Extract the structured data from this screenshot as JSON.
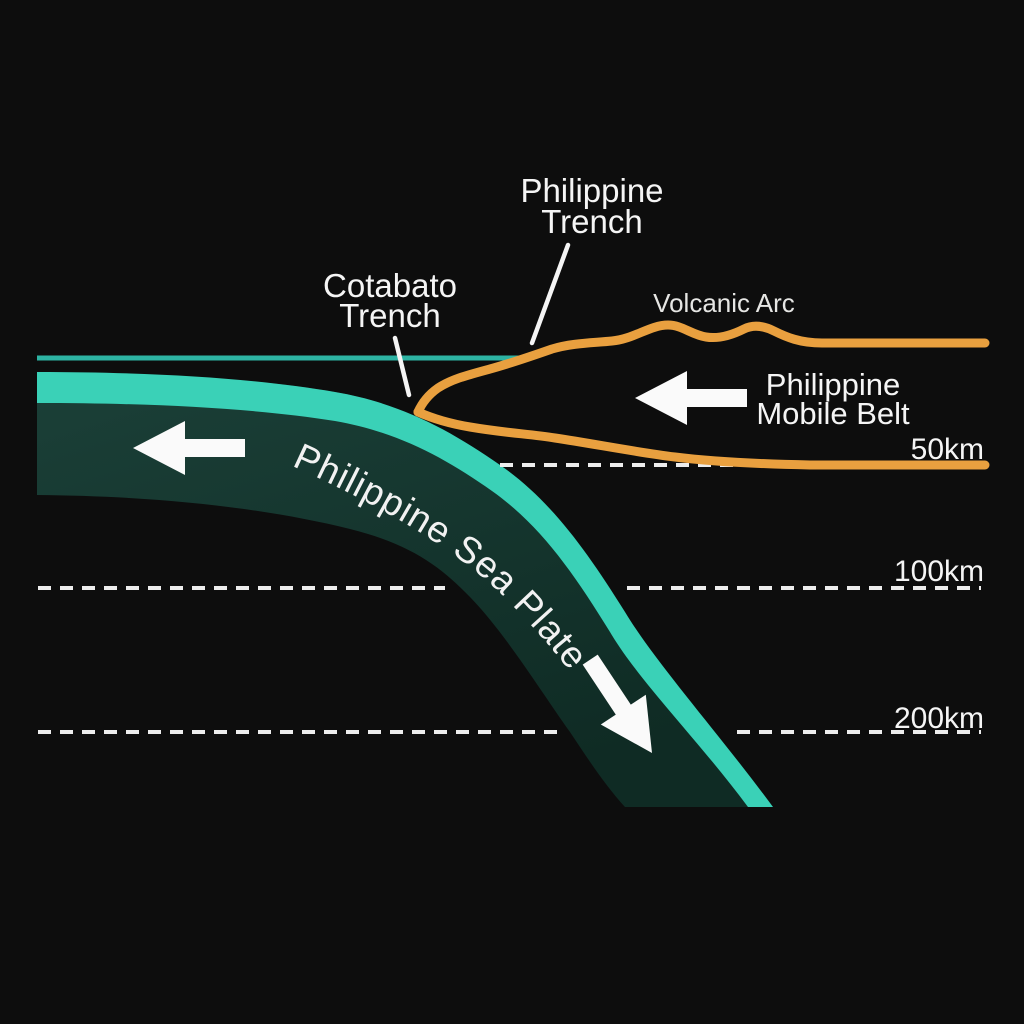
{
  "diagram": {
    "type": "geological-cross-section",
    "subject": "Subduction of the Philippine Sea Plate beneath the Philippine Mobile Belt",
    "labels": {
      "philippine_trench_line1": "Philippine",
      "philippine_trench_line2": "Trench",
      "cotabato_trench_line1": "Cotabato",
      "cotabato_trench_line2": "Trench",
      "volcanic_arc": "Volcanic Arc",
      "mobile_belt_line1": "Philippine",
      "mobile_belt_line2": "Mobile Belt",
      "sea_plate": "Philippine Sea Plate"
    },
    "depth_markers": [
      {
        "label": "50km",
        "depth_km": 50
      },
      {
        "label": "100km",
        "depth_km": 100
      },
      {
        "label": "200km",
        "depth_km": 200
      }
    ],
    "arrows": [
      {
        "name": "sea-plate-motion",
        "direction": "left"
      },
      {
        "name": "mobile-belt-motion",
        "direction": "left"
      },
      {
        "name": "slab-subduction",
        "direction": "down-right"
      }
    ],
    "colors": {
      "background": "#0d0d0d",
      "plate_surface_band": "#3ad1b7",
      "ocean_surface_line": "#2db3a3",
      "plate_body_dark": "#16372f",
      "crust_outline_orange": "#e9a03f",
      "text_white": "#f5f5f5",
      "dashed_line": "#ededed",
      "arrow_white": "#fafafa"
    }
  }
}
